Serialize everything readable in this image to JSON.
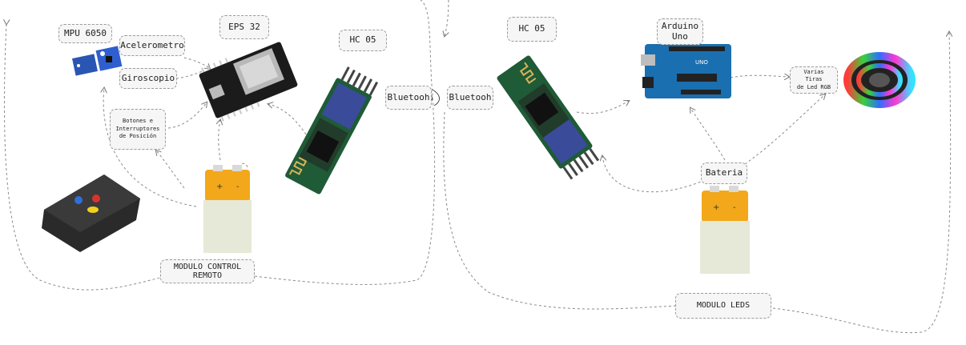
{
  "labels": {
    "mpu": "MPU 6050",
    "acelerometro": "Acelerometro",
    "giroscopio": "Giroscopio",
    "eps32": "EPS 32",
    "hc05_left": "HC 05",
    "bluetooth_left": "Bluetooh",
    "botones": "Botones e\nInterruptores\nde Posición",
    "modulo_control": "MODULO CONTROL\nREMOTO",
    "bluetooth_right": "Bluetooh",
    "hc05_right": "HC 05",
    "arduino": "Arduino\nUno",
    "tiras": "Varias Tiras\nde Led RGB",
    "bateria": "Bateria",
    "modulo_leds": "MODULO LEDS"
  },
  "icons": {
    "pcb_uno_text": "UNO"
  },
  "colors": {
    "esp32_board": "#1b1b1b",
    "hc05_board": "#1f5b36",
    "arduino_board": "#1a6fb0",
    "battery_cap": "#f2a81a",
    "battery_body": "#e6e9d7",
    "remote_body": "#2a2a2a",
    "button_blue": "#2f6fd8",
    "button_red": "#d8322f",
    "button_yellow": "#f0d020"
  }
}
